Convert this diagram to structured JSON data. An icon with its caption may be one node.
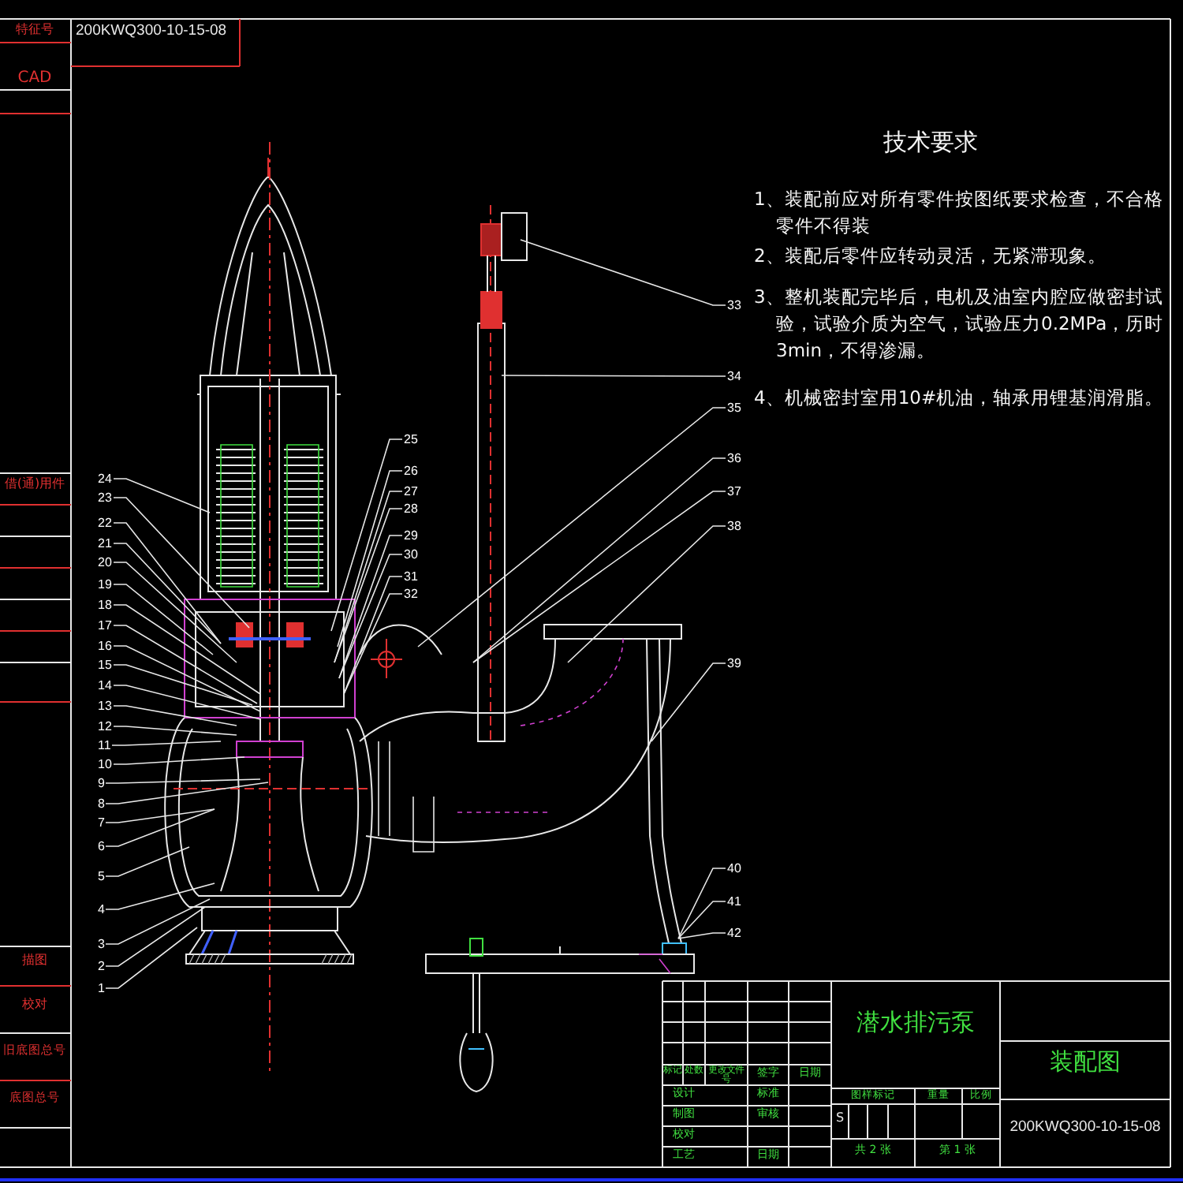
{
  "diagram": {
    "nodes": [
      {
        "text": [
          "24"
        ]
      },
      {
        "text": [
          "23"
        ]
      },
      {
        "text": [
          "22"
        ]
      },
      {
        "text": [
          "21"
        ]
      },
      {
        "text": [
          "20"
        ]
      },
      {
        "text": [
          "19"
        ]
      },
      {
        "text": [
          "18"
        ]
      },
      {
        "text": [
          "17"
        ]
      },
      {
        "text": [
          "16"
        ]
      },
      {
        "text": [
          "15"
        ]
      },
      {
        "text": [
          "14"
        ]
      },
      {
        "text": [
          "13"
        ]
      },
      {
        "text": [
          "12"
        ]
      },
      {
        "text": [
          "11"
        ]
      },
      {
        "text": [
          "10"
        ]
      },
      {
        "text": [
          "9"
        ]
      },
      {
        "text": [
          "8"
        ]
      },
      {
        "text": [
          "7"
        ]
      },
      {
        "text": [
          "6"
        ]
      },
      {
        "text": [
          "5"
        ]
      },
      {
        "text": [
          "4"
        ]
      },
      {
        "text": [
          "3"
        ]
      },
      {
        "text": [
          "2"
        ]
      },
      {
        "text": [
          "1"
        ]
      },
      {
        "text": [
          "25"
        ]
      },
      {
        "text": [
          "26"
        ]
      },
      {
        "text": [
          "27"
        ]
      },
      {
        "text": [
          "28"
        ]
      },
      {
        "text": [
          "29"
        ]
      },
      {
        "text": [
          "30"
        ]
      },
      {
        "text": [
          "31"
        ]
      },
      {
        "text": [
          "32"
        ]
      },
      {
        "text": [
          "33"
        ]
      },
      {
        "text": [
          "34"
        ]
      },
      {
        "text": [
          "35"
        ]
      },
      {
        "text": [
          "36"
        ]
      },
      {
        "text": [
          "37"
        ]
      },
      {
        "text": [
          "38"
        ]
      },
      {
        "text": [
          "39"
        ]
      },
      {
        "text": [
          "40"
        ]
      },
      {
        "text": [
          "41"
        ]
      },
      {
        "text": [
          "42"
        ]
      }
    ],
    "edges": [
      {
        "from": 0,
        "to": null,
        "arrow": "none"
      },
      {
        "from": 1,
        "to": null,
        "arrow": "none"
      },
      {
        "from": 2,
        "to": null,
        "arrow": "none"
      },
      {
        "from": 3,
        "to": null,
        "arrow": "none"
      },
      {
        "from": 4,
        "to": null,
        "arrow": "none"
      },
      {
        "from": 5,
        "to": null,
        "arrow": "none"
      },
      {
        "from": 6,
        "to": null,
        "arrow": "none"
      },
      {
        "from": 7,
        "to": null,
        "arrow": "none"
      },
      {
        "from": 8,
        "to": null,
        "arrow": "none"
      },
      {
        "from": 9,
        "to": null,
        "arrow": "none"
      },
      {
        "from": 10,
        "to": null,
        "arrow": "none"
      },
      {
        "from": 11,
        "to": null,
        "arrow": "none"
      },
      {
        "from": 12,
        "to": null,
        "arrow": "none"
      },
      {
        "from": 13,
        "to": null,
        "arrow": "none"
      },
      {
        "from": 14,
        "to": null,
        "arrow": "none"
      },
      {
        "from": 15,
        "to": null,
        "arrow": "none"
      },
      {
        "from": 16,
        "to": null,
        "arrow": "none"
      },
      {
        "from": 17,
        "to": null,
        "arrow": "none"
      },
      {
        "from": 18,
        "to": null,
        "arrow": "none"
      },
      {
        "from": 19,
        "to": null,
        "arrow": "none"
      },
      {
        "from": 20,
        "to": null,
        "arrow": "none"
      },
      {
        "from": 21,
        "to": null,
        "arrow": "none"
      },
      {
        "from": 22,
        "to": null,
        "arrow": "none"
      },
      {
        "from": 23,
        "to": null,
        "arrow": "none"
      },
      {
        "from": 24,
        "to": null,
        "arrow": "none"
      },
      {
        "from": 25,
        "to": null,
        "arrow": "none"
      },
      {
        "from": 26,
        "to": null,
        "arrow": "none"
      },
      {
        "from": 27,
        "to": null,
        "arrow": "none"
      },
      {
        "from": 28,
        "to": null,
        "arrow": "none"
      },
      {
        "from": 29,
        "to": null,
        "arrow": "none"
      },
      {
        "from": 30,
        "to": null,
        "arrow": "none"
      },
      {
        "from": 31,
        "to": null,
        "arrow": "none"
      },
      {
        "from": 32,
        "to": null,
        "arrow": "none"
      },
      {
        "from": 33,
        "to": null,
        "arrow": "none"
      },
      {
        "from": 34,
        "to": null,
        "arrow": "none"
      },
      {
        "from": 35,
        "to": null,
        "arrow": "none"
      },
      {
        "from": 36,
        "to": null,
        "arrow": "none"
      },
      {
        "from": 37,
        "to": null,
        "arrow": "none"
      },
      {
        "from": 38,
        "to": null,
        "arrow": "none"
      },
      {
        "from": 39,
        "to": null,
        "arrow": "none"
      },
      {
        "from": 40,
        "to": null,
        "arrow": "none"
      },
      {
        "from": 41,
        "to": null,
        "arrow": "none"
      }
    ],
    "labels": [
      "特征号",
      "200KWQ300-10-15-08",
      "CAD",
      "技术要求",
      "1、装配前应对所有零件按图纸要求检查，不合格零件不得装",
      "2、装配后零件应转动灵活，无紧滞现象。",
      "3、整机装配完毕后，电机及油室内腔应做密封试验，试验介质为空气，试验压力0.2MPa，历时3min，不得渗漏。",
      "4、机械密封室用10#机油，轴承用锂基润滑脂。",
      "借(通)用件",
      "描图",
      "校对",
      "旧底图总号",
      "底图总号",
      "潜水排污泵",
      "装配图",
      "标记",
      "处数",
      "更改文件号",
      "签字",
      "日期",
      "设计",
      "标准",
      "制图",
      "审核",
      "校对",
      "工艺",
      "日期",
      "图样标记",
      "重量",
      "比例",
      "S",
      "共 2 张",
      "第 1 张",
      "200KWQ300-10-15-08"
    ]
  }
}
